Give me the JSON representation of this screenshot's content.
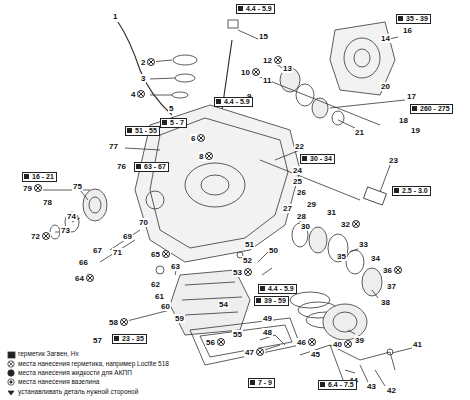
{
  "diagram": {
    "labels": [
      "1",
      "4.4 - 5.9",
      "15",
      "35 - 39",
      "14",
      "16",
      "2",
      "3",
      "4",
      "12",
      "13",
      "10",
      "11",
      "9",
      "4.4 - 5.9",
      "17",
      "260 - 275",
      "18",
      "19",
      "20",
      "21",
      "5",
      "5 - 7",
      "6",
      "51 - 55",
      "77",
      "8",
      "22",
      "30 - 34",
      "24",
      "25",
      "26",
      "23",
      "2.5 - 3.0",
      "76",
      "63 - 67",
      "16 - 21",
      "79",
      "78",
      "75",
      "74",
      "73",
      "72",
      "70",
      "69",
      "71",
      "67",
      "66",
      "64",
      "65",
      "63",
      "62",
      "61",
      "60",
      "59",
      "58",
      "57",
      "23 - 35",
      "56",
      "55",
      "54",
      "53",
      "52",
      "51",
      "4.4 - 5.9",
      "39 - 59",
      "50",
      "27",
      "28",
      "29",
      "30",
      "31",
      "32",
      "33",
      "34",
      "35",
      "36",
      "37",
      "38",
      "39",
      "40",
      "41",
      "42",
      "43",
      "44",
      "45",
      "46",
      "47",
      "48",
      "49",
      "6.4 - 7.5",
      "7 - 9"
    ],
    "legend": [
      {
        "text": "герметик Загвен, Нх"
      },
      {
        "text": "места нанесения герметика, например Loctite 518"
      },
      {
        "text": "места нанесения жидкости для АКПП"
      },
      {
        "text": "места нанесения вазелина"
      },
      {
        "text": "устанавливать деталь нужной стороной"
      }
    ]
  }
}
